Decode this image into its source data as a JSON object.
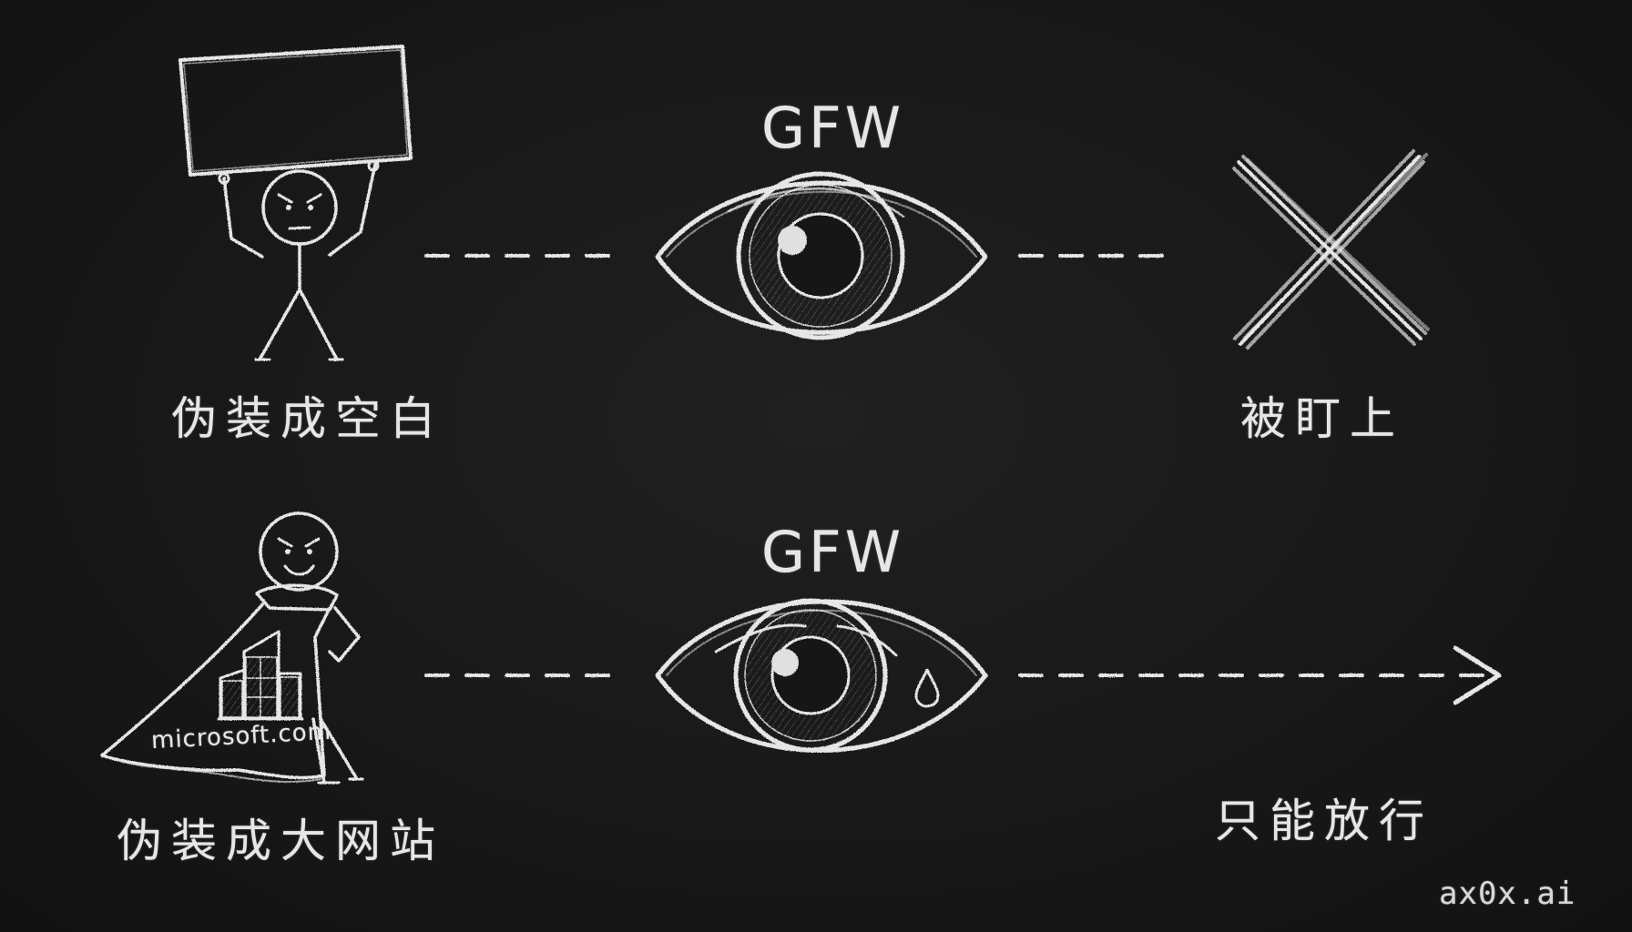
{
  "top_row": {
    "left_label": "伪装成空白",
    "center_label": "GFW",
    "right_label": "被盯上"
  },
  "bottom_row": {
    "left_label": "伪装成大网站",
    "cape_text": "microsoft.com",
    "center_label": "GFW",
    "right_label": "只能放行"
  },
  "watermark": "ax0x.ai",
  "colors": {
    "background": "#171717",
    "chalk": "#e6e6e6"
  }
}
